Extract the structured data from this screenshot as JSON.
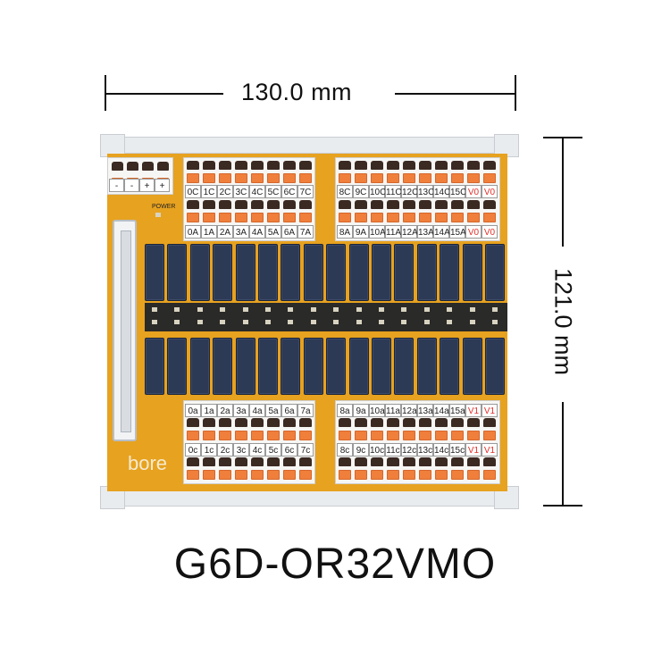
{
  "dimensions": {
    "width": "130.0 mm",
    "height": "121.0 mm"
  },
  "model": "G6D-OR32VMO",
  "brand": "bore",
  "board_labels": {
    "power": "POWER"
  },
  "labels": {
    "top_left_c": [
      "0C",
      "1C",
      "2C",
      "3C",
      "4C",
      "5C",
      "6C",
      "7C"
    ],
    "top_left_a": [
      "0A",
      "1A",
      "2A",
      "3A",
      "4A",
      "5A",
      "6A",
      "7A"
    ],
    "top_right_c": [
      "8C",
      "9C",
      "10C",
      "11C",
      "12C",
      "13C",
      "14C",
      "15C",
      "V0",
      "V0"
    ],
    "top_right_a": [
      "8A",
      "9A",
      "10A",
      "11A",
      "12A",
      "13A",
      "14A",
      "15A",
      "V0",
      "V0"
    ],
    "bottom_left_a": [
      "0a",
      "1a",
      "2a",
      "3a",
      "4a",
      "5a",
      "6a",
      "7a"
    ],
    "bottom_left_c": [
      "0c",
      "1c",
      "2c",
      "3c",
      "4c",
      "5c",
      "6c",
      "7c"
    ],
    "bottom_right_a": [
      "8a",
      "9a",
      "10a",
      "11a",
      "12a",
      "13a",
      "14a",
      "15a",
      "V1",
      "V1"
    ],
    "bottom_right_c": [
      "8c",
      "9c",
      "10c",
      "11c",
      "12c",
      "13c",
      "14c",
      "15c",
      "V1",
      "V1"
    ],
    "power_terminal": [
      "-",
      "-",
      "+",
      "+"
    ]
  },
  "colors": {
    "pcb": "#e7a21f",
    "relay": "#2d3a55",
    "lever": "#f07f3c",
    "red_label": "#e0302a"
  }
}
